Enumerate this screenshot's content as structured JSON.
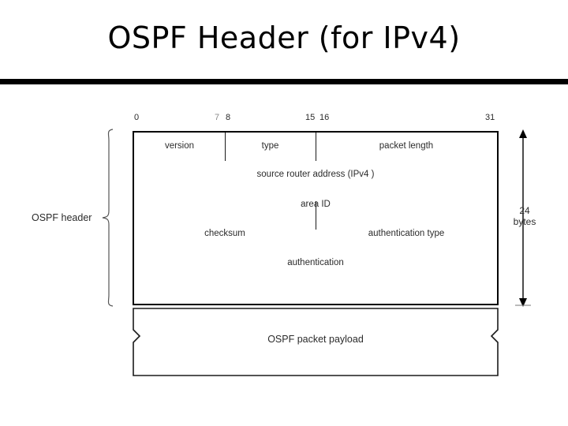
{
  "slide": {
    "title": "OSPF Header (for IPv4)"
  },
  "diagram": {
    "bit_ruler": {
      "labels": [
        "0",
        "7",
        "8",
        "15",
        "16",
        "31"
      ],
      "bit_positions": [
        0,
        7,
        8,
        15,
        16,
        31
      ]
    },
    "header": {
      "brace_label": "OSPF header",
      "size_annotation": {
        "value": "24",
        "unit": "bytes"
      },
      "rows": [
        {
          "row": 1,
          "fields": [
            {
              "label": "version",
              "bits": "0-7"
            },
            {
              "label": "type",
              "bits": "8-15"
            },
            {
              "label": "packet length",
              "bits": "16-31"
            }
          ]
        },
        {
          "row": 2,
          "fields": [
            {
              "label": "source router address (IPv4 )",
              "bits": "0-31"
            }
          ]
        },
        {
          "row": 3,
          "fields": [
            {
              "label": "area ID",
              "bits": "0-31"
            }
          ]
        },
        {
          "row": 4,
          "fields": [
            {
              "label": "checksum",
              "bits": "0-15"
            },
            {
              "label": "authentication type",
              "bits": "16-31"
            }
          ]
        },
        {
          "row": 5,
          "fields": [
            {
              "label": "authentication",
              "bits": "0-31"
            }
          ]
        }
      ]
    },
    "payload": {
      "label": "OSPF packet payload",
      "variable_length": true
    }
  },
  "colors": {
    "ink": "#000000",
    "text": "#2b2b2b",
    "faint": "#8a8a8a",
    "background": "#ffffff"
  }
}
